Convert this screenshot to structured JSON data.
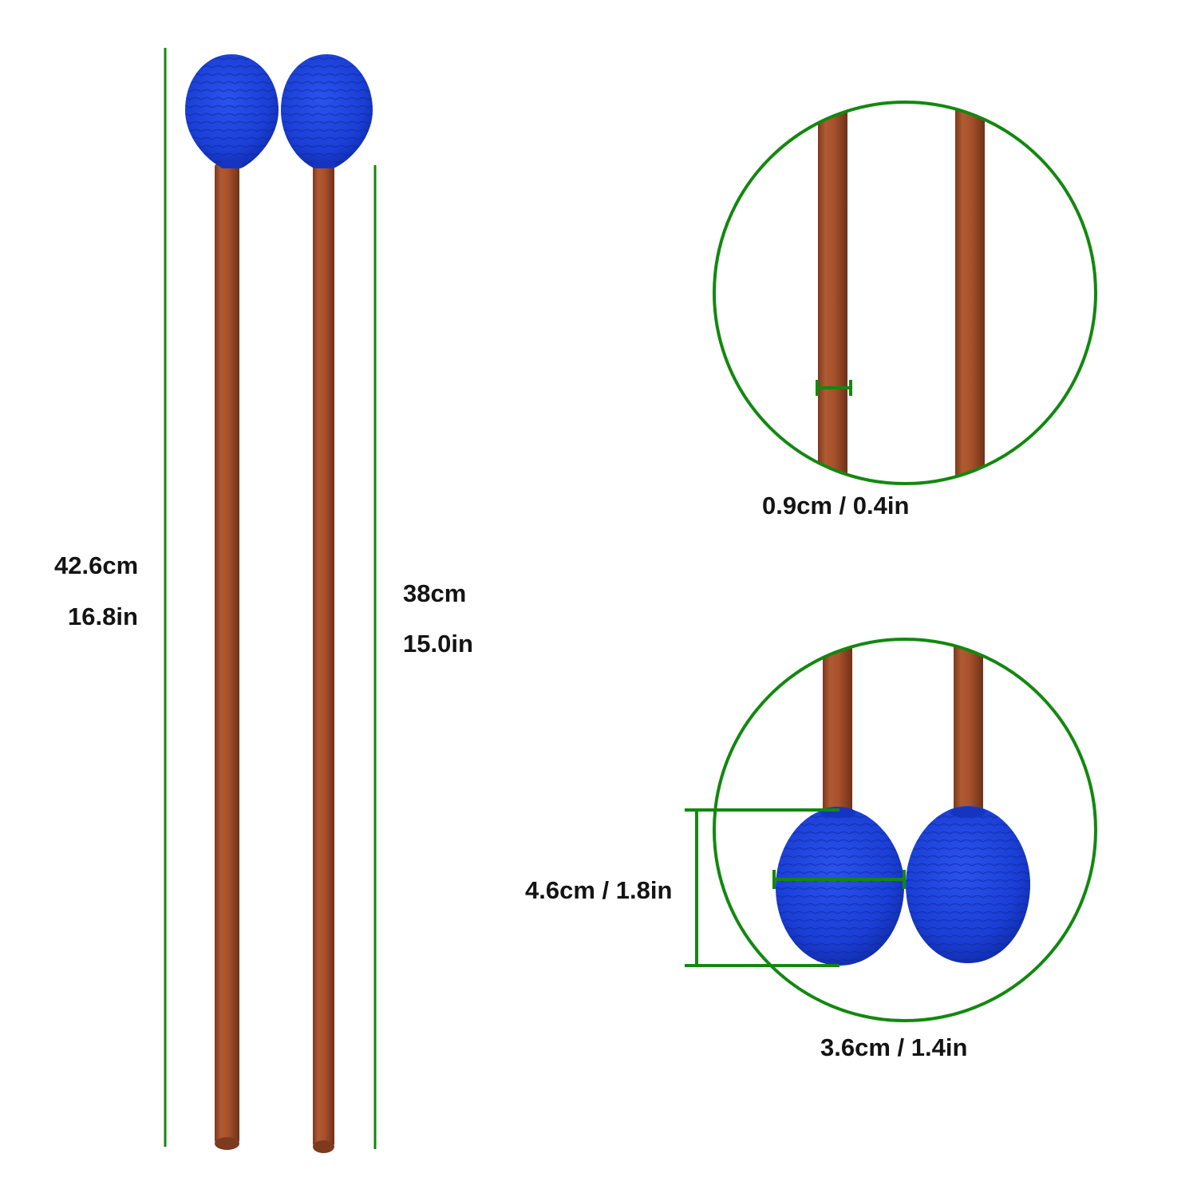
{
  "colors": {
    "annotation_green": "#12880f",
    "mallet_head_blue": "#1a3fd6",
    "mallet_head_dark": "#102aa8",
    "stick_wood": "#a8502c",
    "stick_wood_dark": "#7d3a1e",
    "background": "#ffffff",
    "text": "#141414"
  },
  "dimensions": {
    "total_length": {
      "cm": "42.6cm",
      "in": "16.8in"
    },
    "stick_length": {
      "cm": "38cm",
      "in": "15.0in"
    },
    "stick_diameter": {
      "label": "0.9cm / 0.4in"
    },
    "head_height": {
      "label": "4.6cm / 1.8in"
    },
    "head_width": {
      "label": "3.6cm / 1.4in"
    }
  },
  "product": {
    "item": "mallet",
    "count": 2,
    "head_material": "blue yarn",
    "shaft_material": "wood"
  }
}
